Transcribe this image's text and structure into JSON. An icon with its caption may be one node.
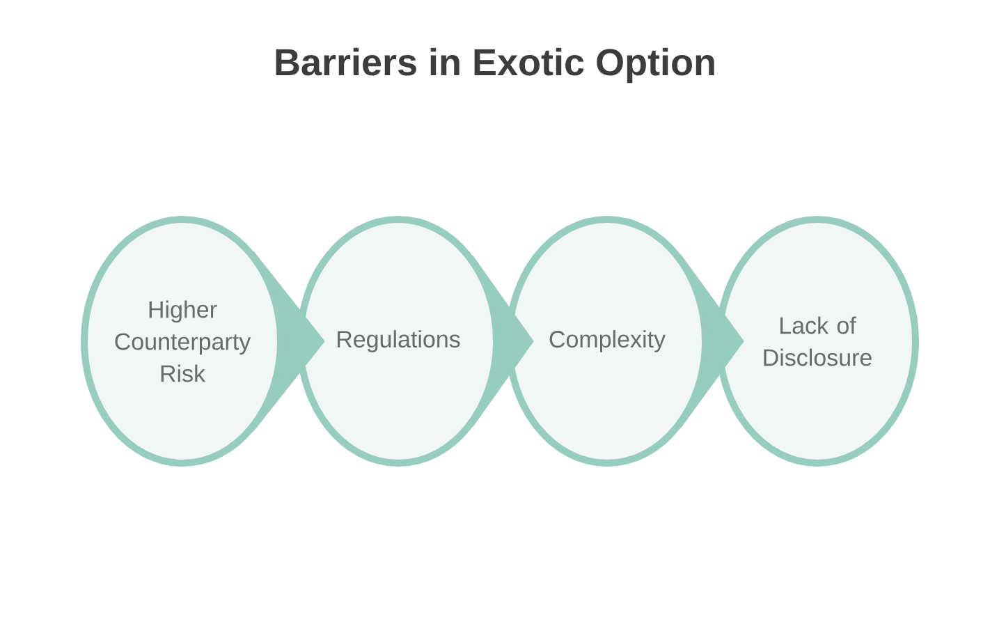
{
  "diagram": {
    "title": "Barriers in Exotic Option",
    "nodes": [
      {
        "text": [
          "Higher Counterparty Risk"
        ]
      },
      {
        "text": [
          "Regulations"
        ]
      },
      {
        "text": [
          "Complexity"
        ]
      },
      {
        "text": [
          "Lack of Disclosure"
        ]
      }
    ],
    "edges": [
      {
        "from": 0,
        "to": 1,
        "arrow": "to"
      },
      {
        "from": 1,
        "to": 2,
        "arrow": "to"
      },
      {
        "from": 2,
        "to": 3,
        "arrow": "to"
      }
    ]
  }
}
